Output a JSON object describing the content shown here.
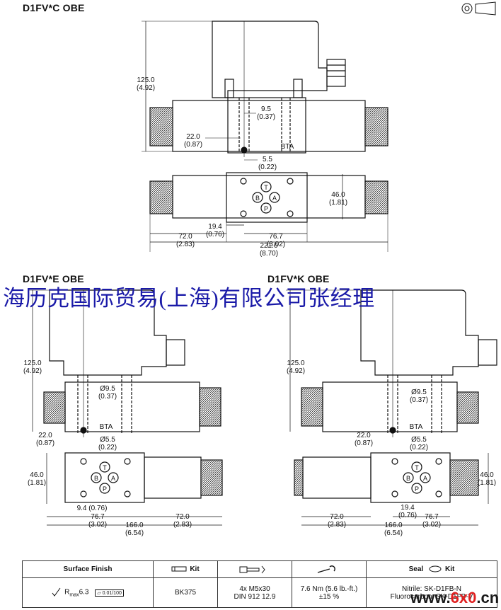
{
  "drawings": {
    "c": {
      "title": "D1FV*C OBE",
      "dims": {
        "height_mm": "125.0",
        "height_in": "(4.92)",
        "d1_mm": "9.5",
        "d1_in": "(0.37)",
        "d2_mm": "22.0",
        "d2_in": "(0.87)",
        "port": "BTA",
        "d3_mm": "5.5",
        "d3_in": "(0.22)",
        "w_mm": "46.0",
        "w_in": "(1.81)",
        "d4_mm": "19.4",
        "d4_in": "(0.76)",
        "d5_mm": "72.0",
        "d5_in": "(2.83)",
        "d6_mm": "76.7",
        "d6_in": "(3.02)",
        "total_mm": "221.0",
        "total_in": "(8.70)"
      }
    },
    "e": {
      "title": "D1FV*E OBE",
      "dims": {
        "height_mm": "125.0",
        "height_in": "(4.92)",
        "d1": "Ø9.5",
        "d1_in": "(0.37)",
        "d2_mm": "22.0",
        "d2_in": "(0.87)",
        "port": "BTA",
        "d3": "Ø5.5",
        "d3_in": "(0.22)",
        "w_mm": "46.0",
        "w_in": "(1.81)",
        "d4": "9.4 (0.76)",
        "d6_mm": "76.7",
        "d6_in": "(3.02)",
        "d5_mm": "72.0",
        "d5_in": "(2.83)",
        "total_mm": "166.0",
        "total_in": "(6.54)"
      }
    },
    "k": {
      "title": "D1FV*K OBE",
      "dims": {
        "height_mm": "125.0",
        "height_in": "(4.92)",
        "d1": "Ø9.5",
        "d1_in": "(0.37)",
        "d2_mm": "22.0",
        "d2_in": "(0.87)",
        "port": "BTA",
        "d3": "Ø5.5",
        "d3_in": "(0.22)",
        "w_mm": "46.0",
        "w_in": "(1.81)",
        "d4_mm": "19.4",
        "d4_in": "(0.76)",
        "d5_mm": "72.0",
        "d5_in": "(2.83)",
        "d6_mm": "76.7",
        "d6_in": "(3.02)",
        "total_mm": "166.0",
        "total_in": "(6.54)"
      }
    }
  },
  "ports": {
    "t": "T",
    "a": "A",
    "b": "B",
    "p": "P"
  },
  "watermark": "海历克国际贸易(上海)有限公司张经理",
  "logo": {
    "part1": "www.",
    "part2": "6x0",
    "part3": ".cn"
  },
  "spec_table": {
    "headers": {
      "surface": "Surface Finish",
      "kit1": "Kit",
      "seal": "Seal",
      "seal_kit": "Kit"
    },
    "values": {
      "surface_rmax": "R",
      "surface_sub": "max",
      "surface_val": "6.3",
      "surface_flat": "0.01/100",
      "kit": "BK375",
      "screws_1": "4x M5x30",
      "screws_2": "DIN 912 12.9",
      "torque_1": "7.6 Nm (5.6 lb.-ft.)",
      "torque_2": "±15 %",
      "seal_1": "Nitrile: SK-D1FB-N",
      "seal_2": "Fluorocarbon: SK-D1FB-V"
    }
  }
}
